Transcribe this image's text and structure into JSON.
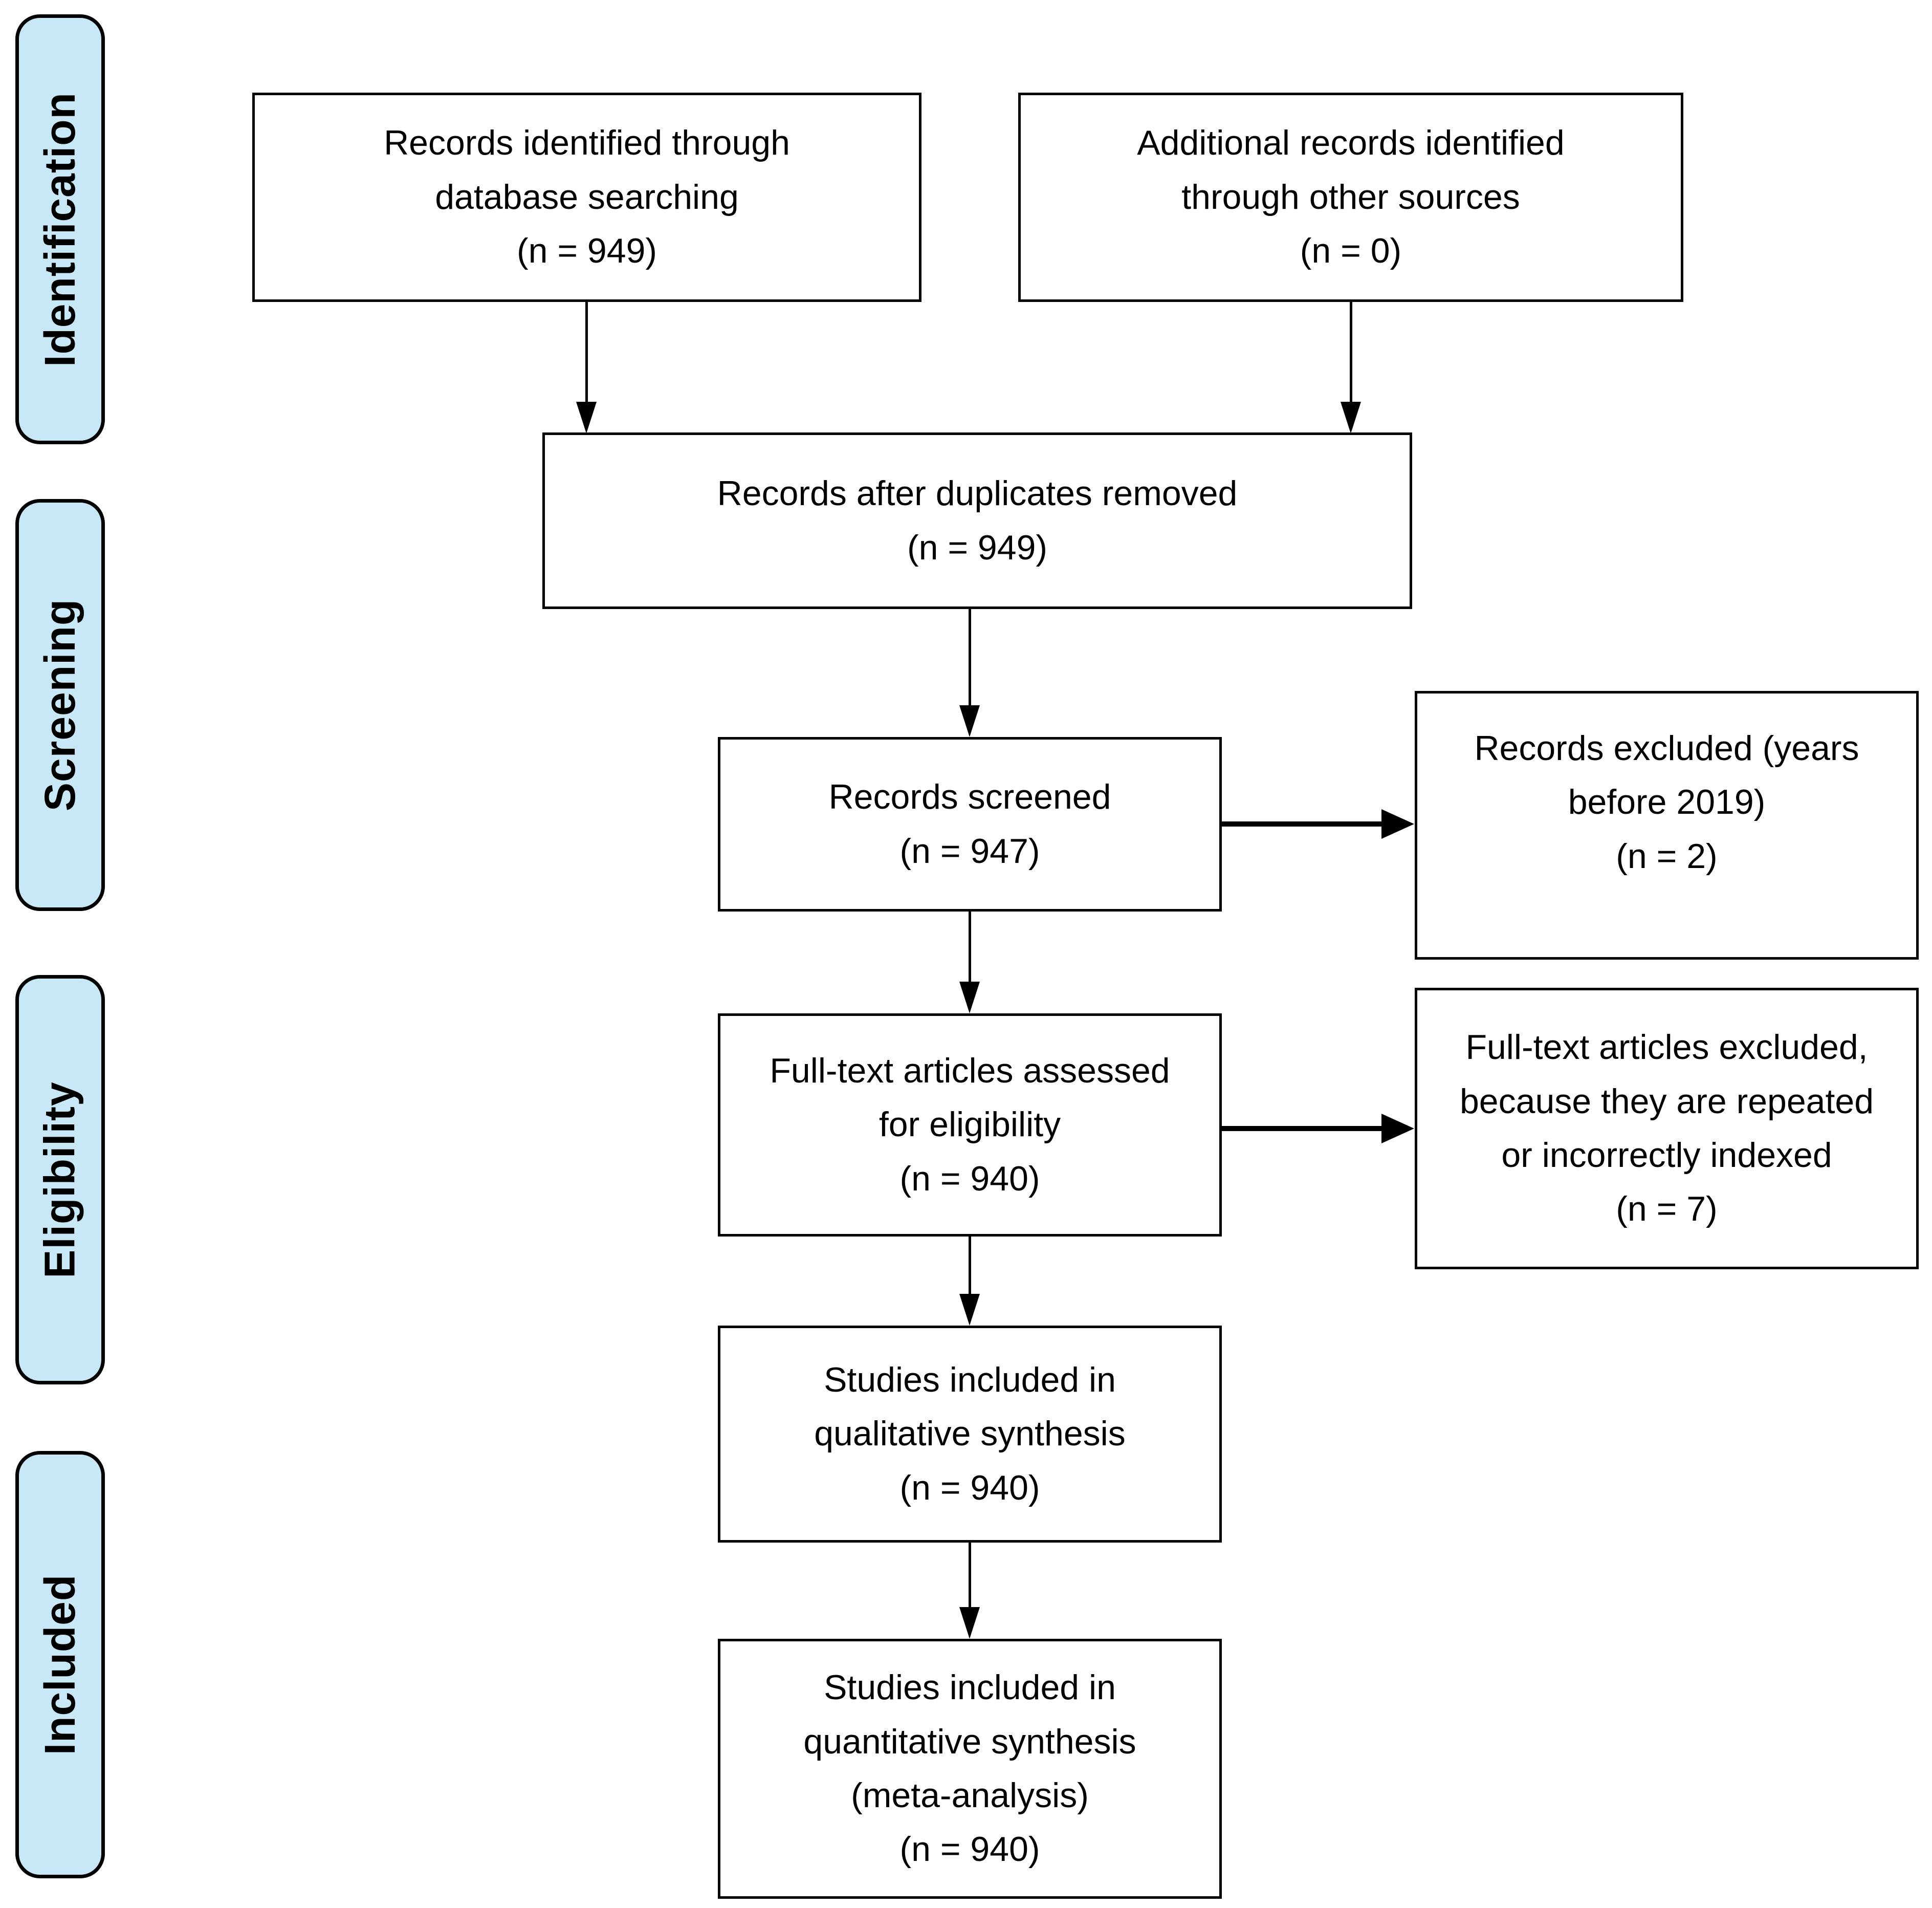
{
  "palette": {
    "stage_fill": "#C8E7F7",
    "box_fill": "#FFFFFF",
    "border": "#000000",
    "text": "#000000",
    "background": "#FFFFFF"
  },
  "sidebar": {
    "items": [
      {
        "label": "Identification"
      },
      {
        "label": "Screening"
      },
      {
        "label": "Eligibility"
      },
      {
        "label": "Included"
      }
    ]
  },
  "boxes": {
    "identified": {
      "lines": [
        "Records identified through",
        "database searching",
        "(n = 949)"
      ]
    },
    "additional": {
      "lines": [
        "Additional records identified",
        "through other sources",
        "(n = 0)"
      ]
    },
    "deduplicated": {
      "lines": [
        "Records after duplicates removed",
        "(n = 949)"
      ]
    },
    "screened": {
      "lines": [
        "Records screened",
        "(n = 947)"
      ]
    },
    "records_excluded": {
      "lines": [
        "Records excluded (years",
        "before 2019)",
        "(n = 2)"
      ]
    },
    "fulltext_assessed": {
      "lines": [
        "Full-text articles assessed",
        "for eligibility",
        "(n = 940)"
      ]
    },
    "fulltext_excluded": {
      "lines": [
        "Full-text articles excluded,",
        "because they are repeated",
        "or incorrectly indexed",
        "(n = 7)"
      ]
    },
    "qualitative": {
      "lines": [
        "Studies included in",
        "qualitative synthesis",
        "(n = 940)"
      ]
    },
    "quantitative": {
      "lines": [
        "Studies included in",
        "quantitative synthesis",
        "(meta-analysis)",
        "(n = 940)"
      ]
    }
  }
}
